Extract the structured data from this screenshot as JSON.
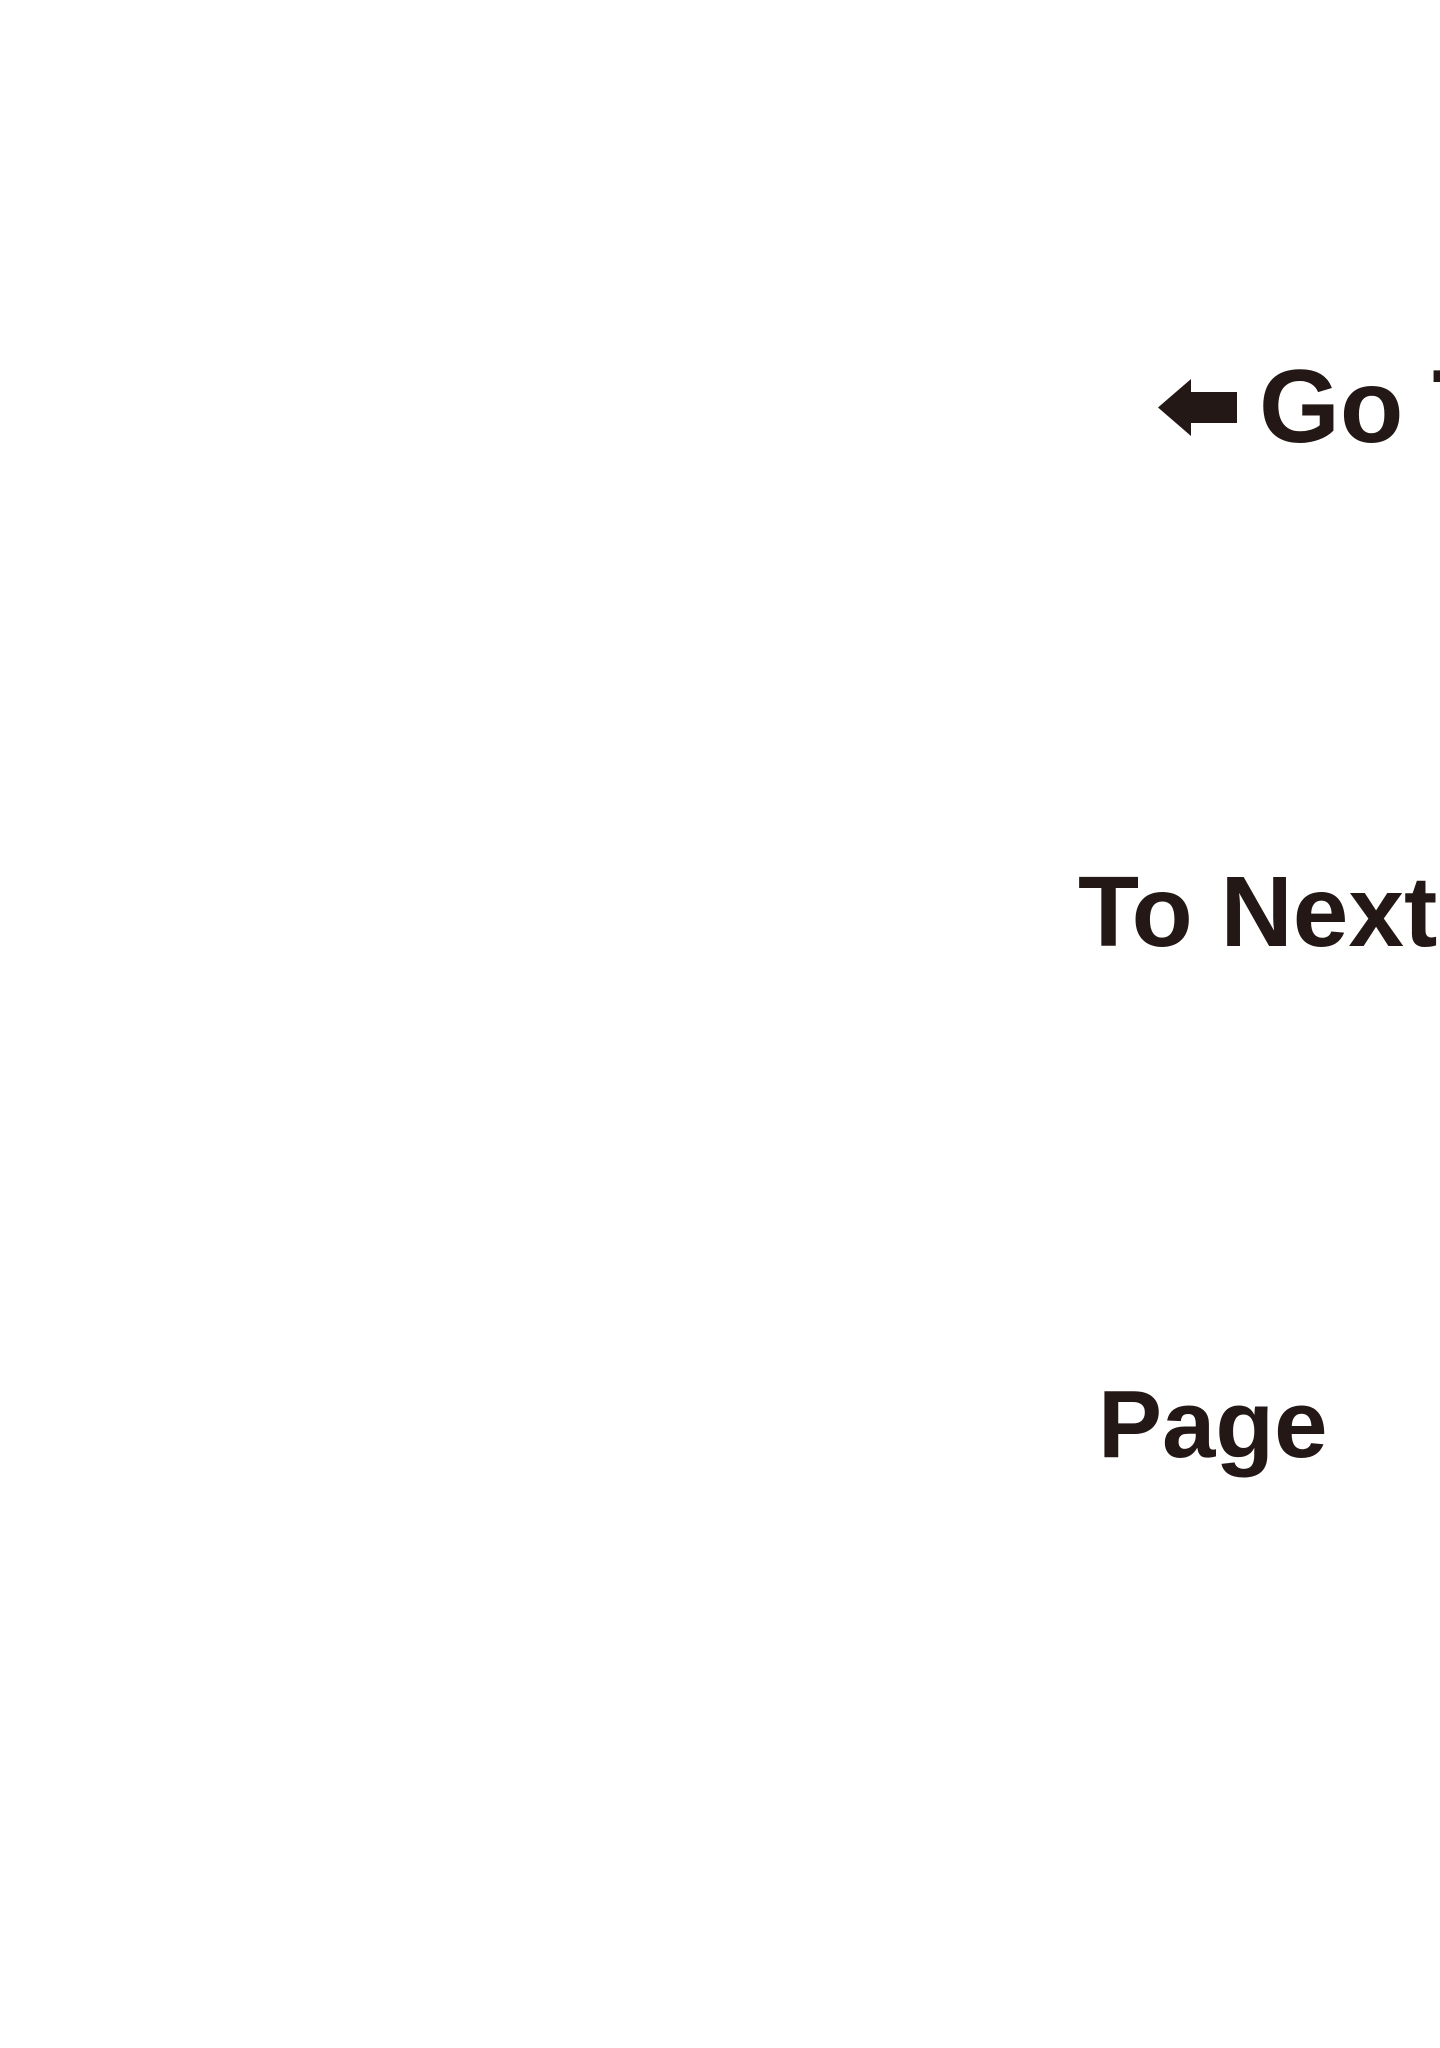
{
  "lines": {
    "line1": "Go T",
    "line2": "To Next",
    "line3": "Page"
  },
  "icons": {
    "arrow": "arrow-left-icon"
  },
  "colors": {
    "text": "#231815",
    "background": "#ffffff"
  }
}
